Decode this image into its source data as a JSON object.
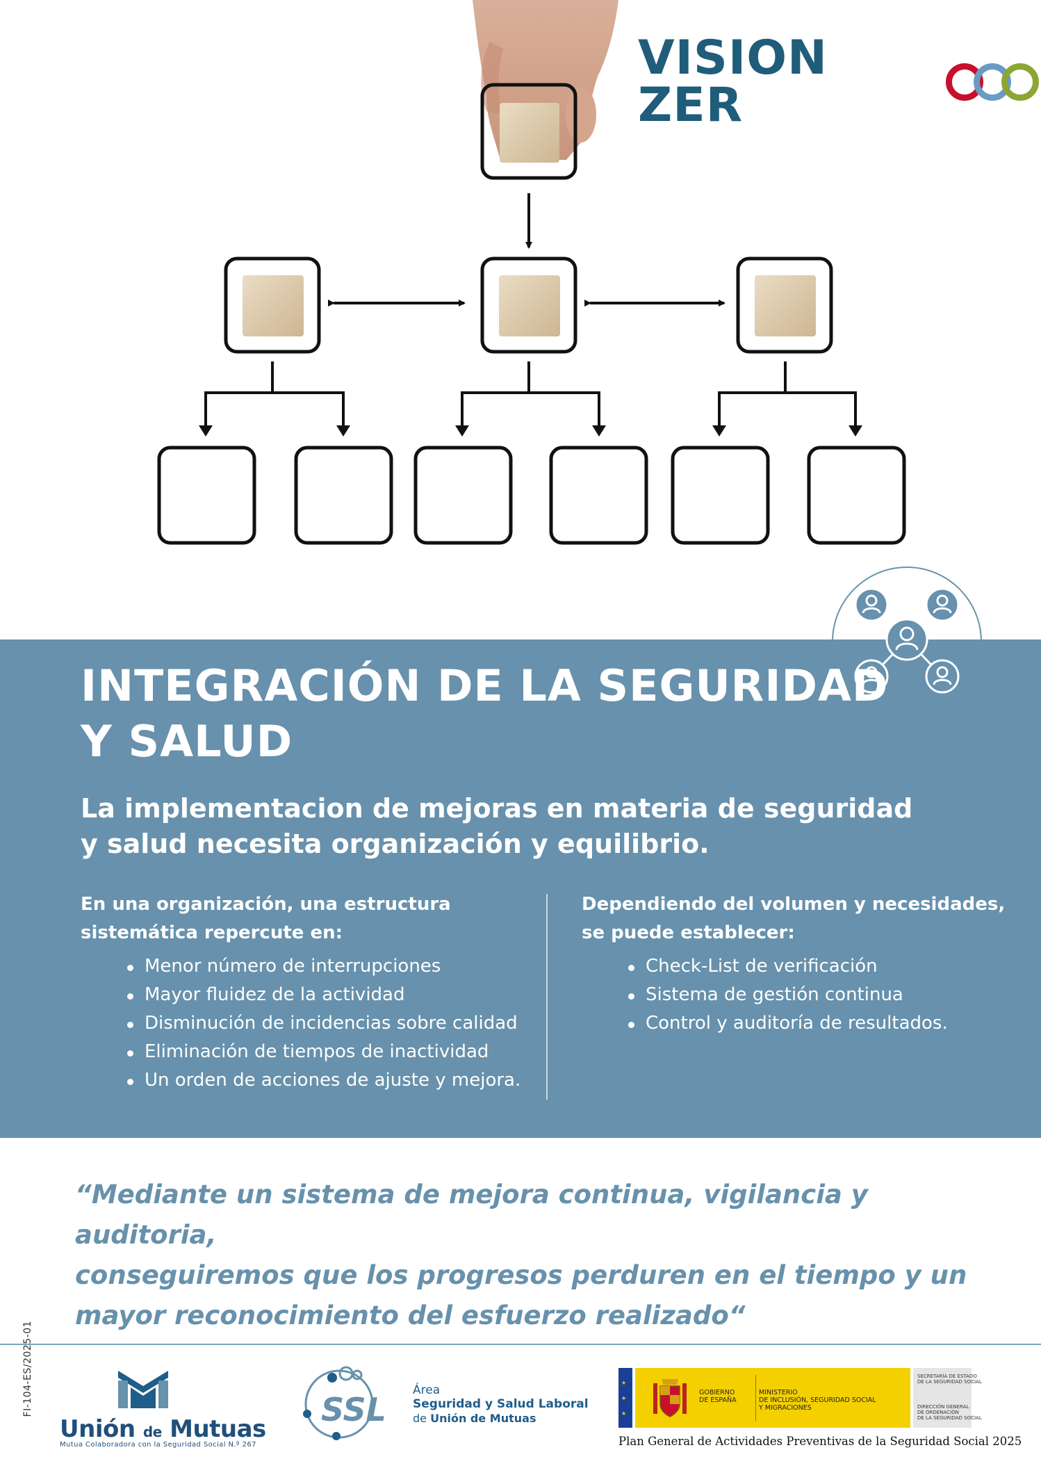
{
  "brand": {
    "vision_zero_text": "VISION ZER",
    "ring_colors": [
      "#c8102e",
      "#6a9bc3",
      "#8ba633"
    ]
  },
  "colors": {
    "band": "#6791ac",
    "quote": "#6791ac",
    "brand_blue": "#1f5d7a"
  },
  "header": {
    "title_line1": "INTEGRACIÓN DE LA SEGURIDAD",
    "title_line2": "Y SALUD",
    "subtitle": "La implementacion de mejoras en materia de seguridad y salud necesita organización y equilibrio."
  },
  "left_column": {
    "intro_line1": "En una organización, una estructura",
    "intro_line2": "sistemática repercute en:",
    "items": [
      "Menor número de interrupciones",
      "Mayor fluidez de la actividad",
      "Disminución de incidencias sobre calidad",
      "Eliminación de tiempos de inactividad",
      "Un orden de acciones de ajuste y mejora."
    ]
  },
  "right_column": {
    "intro_line1": "Dependiendo del volumen y necesidades,",
    "intro_line2": "se puede establecer:",
    "items": [
      "Check-List de verificación",
      "Sistema de gestión continua",
      "Control y auditoría de resultados."
    ]
  },
  "quote": {
    "line1": "“Mediante un sistema de mejora continua, vigilancia y auditoria,",
    "line2": "conseguiremos que los progresos perduren en el tiempo y un",
    "line3": "mayor reconocimiento del esfuerzo realizado“"
  },
  "doc_code": "FI-104-ES/2025-01",
  "footer": {
    "union_mutuas": {
      "name_a": "Unión",
      "name_de": "de",
      "name_b": "Mutuas",
      "tagline": "Mutua Colaboradora con la Seguridad Social N.º 267"
    },
    "ssl": {
      "acronym": "SSL",
      "area": "Área",
      "title": "Seguridad y Salud Laboral",
      "sub_de": "de",
      "sub_name": "Unión de Mutuas"
    },
    "gobierno": {
      "block1": "GOBIERNO\nDE ESPAÑA",
      "block2": "MINISTERIO\nDE INCLUSIÓN, SEGURIDAD SOCIAL\nY MIGRACIONES",
      "grey1": "SECRETARÍA DE ESTADO\nDE LA SEGURIDAD SOCIAL",
      "grey2": "DIRECCIÓN GENERAL\nDE ORDENACIÓN\nDE LA SEGURIDAD SOCIAL",
      "caption": "Plan General de Actividades Preventivas de la Seguridad Social 2025"
    }
  }
}
